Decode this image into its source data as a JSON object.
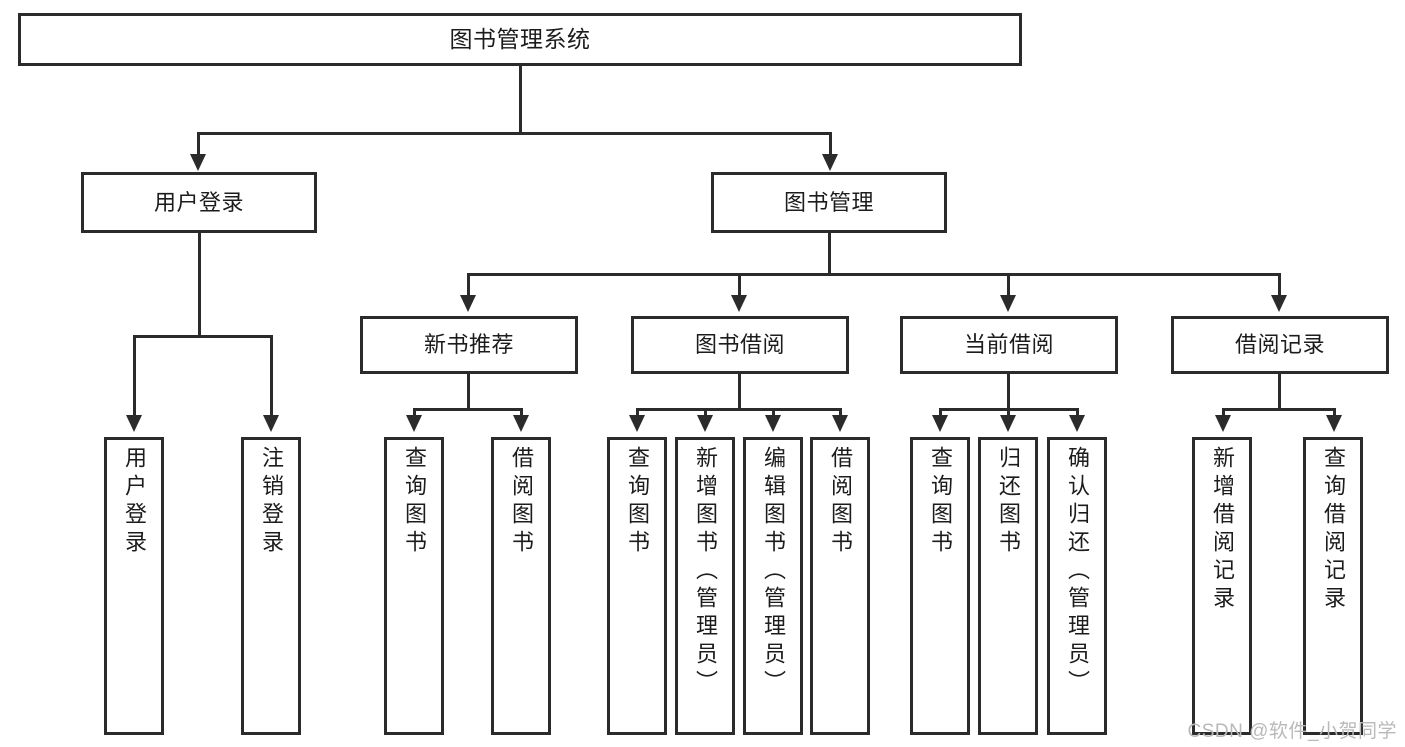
{
  "diagram": {
    "title": "图书管理系统",
    "type": "tree-structure-chart",
    "root": {
      "label": "图书管理系统"
    },
    "level2": [
      {
        "id": "user-login",
        "label": "用户登录"
      },
      {
        "id": "book-management",
        "label": "图书管理"
      }
    ],
    "level3": [
      {
        "id": "new-book-recommend",
        "label": "新书推荐"
      },
      {
        "id": "book-borrow",
        "label": "图书借阅"
      },
      {
        "id": "current-borrow",
        "label": "当前借阅"
      },
      {
        "id": "borrow-record",
        "label": "借阅记录"
      }
    ],
    "leaves": [
      {
        "id": "leaf-user-login",
        "label": "用户登录",
        "parent": "user-login"
      },
      {
        "id": "leaf-user-logout",
        "label": "注销登录",
        "parent": "user-login"
      },
      {
        "id": "leaf-query-book-1",
        "label": "查询图书",
        "parent": "new-book-recommend"
      },
      {
        "id": "leaf-borrow-book-1",
        "label": "借阅图书",
        "parent": "new-book-recommend"
      },
      {
        "id": "leaf-query-book-2",
        "label": "查询图书",
        "parent": "book-borrow"
      },
      {
        "id": "leaf-add-book",
        "label": "新增图书（管理员）",
        "parent": "book-borrow"
      },
      {
        "id": "leaf-edit-book",
        "label": "编辑图书（管理员）",
        "parent": "book-borrow"
      },
      {
        "id": "leaf-borrow-book-2",
        "label": "借阅图书",
        "parent": "book-borrow"
      },
      {
        "id": "leaf-query-book-3",
        "label": "查询图书",
        "parent": "current-borrow"
      },
      {
        "id": "leaf-return-book",
        "label": "归还图书",
        "parent": "current-borrow"
      },
      {
        "id": "leaf-confirm-return",
        "label": "确认归还（管理员）",
        "parent": "current-borrow"
      },
      {
        "id": "leaf-add-record",
        "label": "新增借阅记录",
        "parent": "borrow-record"
      },
      {
        "id": "leaf-query-record",
        "label": "查询借阅记录",
        "parent": "borrow-record"
      }
    ]
  },
  "watermark": {
    "text": "CSDN @软件_小贺同学"
  },
  "colors": {
    "stroke": "#2b2b2b",
    "fill": "#ffffff",
    "text": "#1c1c1c",
    "watermark": "#b9b9b9"
  }
}
